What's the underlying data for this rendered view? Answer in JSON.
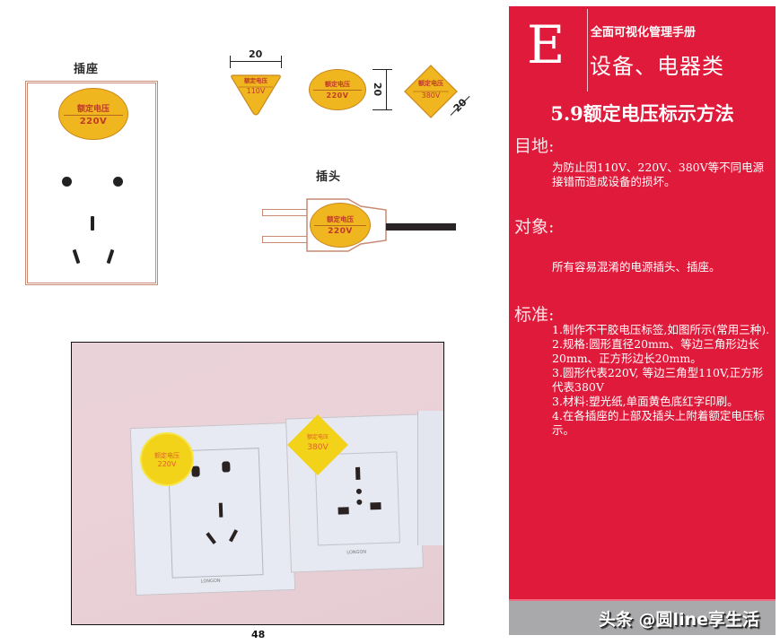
{
  "diagram": {
    "socket_title": "插座",
    "plug_title": "插头",
    "label_text": "额定电压",
    "labels": [
      {
        "shape": "triangle",
        "voltage": "110V"
      },
      {
        "shape": "circle",
        "voltage": "220V"
      },
      {
        "shape": "square",
        "voltage": "380V"
      }
    ],
    "socket_label_voltage": "220V",
    "plug_label_voltage": "220V",
    "dimension": "20",
    "colors": {
      "label_fill": "#f0b61f",
      "label_text": "#c0392b",
      "frame": "#c98a74"
    }
  },
  "photo": {
    "left_sticker": {
      "text": "额定电压",
      "voltage": "220V"
    },
    "right_sticker": {
      "text": "额定电压",
      "voltage": "380V"
    },
    "brand": "LONGON"
  },
  "page_number": "48",
  "panel": {
    "letter": "E",
    "manual_title": "全面可视化管理手册",
    "category": "设备、电器类",
    "section_title": "5.9额定电压标示方法",
    "purpose": {
      "heading": "目地:",
      "text": "为防止因110V、220V、380V等不同电源接错而造成设备的损坏。"
    },
    "target": {
      "heading": "对象:",
      "text": "所有容易混淆的电源插头、插座。"
    },
    "standard": {
      "heading": "标准:",
      "items": [
        "1.制作不干胶电压标签,如图所示(常用三种).",
        "2.规格:圆形直径20mm、等边三角形边长20mm、正方形边长20mm。",
        "3.圆形代表220V, 等边三角型110V,正方形代表380V",
        "3.材料:塑光纸,单面黄色底红字印刷。",
        "4.在各插座的上部及插头上附着额定电压标示。"
      ]
    },
    "colors": {
      "background": "#e01a3a",
      "footer": "#a9a9ab"
    }
  },
  "watermark": "头条 @圆line享生活"
}
